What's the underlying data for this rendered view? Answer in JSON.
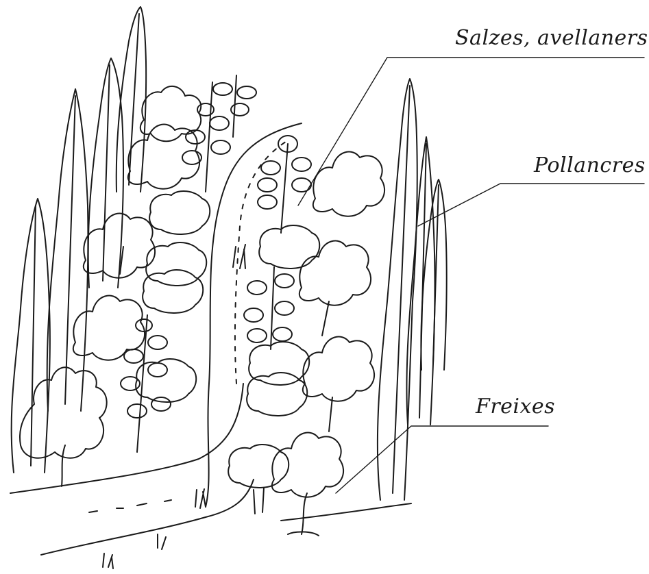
{
  "labels": {
    "willows_hazels": "Salzes, avellaners",
    "poplars": "Pollancres",
    "ashes": "Freixes"
  },
  "colors": {
    "ink": "#1a1a1a",
    "background": "#ffffff"
  }
}
